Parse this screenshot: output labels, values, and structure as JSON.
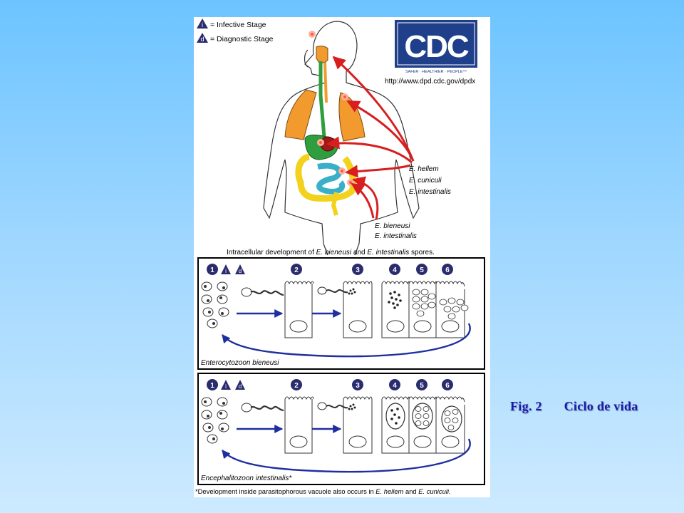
{
  "legend": {
    "infective_letter": "i",
    "infective_label": "= Infective Stage",
    "diagnostic_letter": "d",
    "diagnostic_label": "= Diagnostic Stage"
  },
  "logo": {
    "text": "CDC",
    "tagline": "SAFER · HEALTHIER · PEOPLE™",
    "url": "http://www.dpd.cdc.gov/dpdx"
  },
  "species_upper": [
    "E. hellem",
    "E. cuniculi",
    "E. intestinalis"
  ],
  "species_lower": [
    "E. bieneusi",
    "E. intestinalis"
  ],
  "intracellular_heading": {
    "prefix": "Intracellular development of ",
    "sp1": "E. bieneusi",
    "mid": " and ",
    "sp2": "E. intestinalis",
    "suffix": " spores."
  },
  "panel_top": {
    "label": "Enterocytozoon bieneusi",
    "stages": [
      "1",
      "2",
      "3",
      "4",
      "5",
      "6"
    ]
  },
  "panel_bottom": {
    "label": "Encephalitozoon intestinalis*",
    "stages": [
      "1",
      "2",
      "3",
      "4",
      "5",
      "6"
    ]
  },
  "footnote": {
    "prefix": "*Development inside parasitophorous vacuole also occurs in ",
    "sp1": "E. hellem",
    "mid": " and ",
    "sp2": "E. cuniculi."
  },
  "caption": {
    "fig": "Fig. 2",
    "title": "Ciclo de vida"
  },
  "colors": {
    "stage_badge": "#2b2c6e",
    "arrow_red": "#d81e1e",
    "arrow_blue": "#1f2fa0",
    "lungs": "#f29a2e",
    "intestine_small": "#3ab0c8",
    "intestine_large": "#f2d21c",
    "esophagus": "#2e9e3e",
    "caption": "#1a1aa8"
  }
}
